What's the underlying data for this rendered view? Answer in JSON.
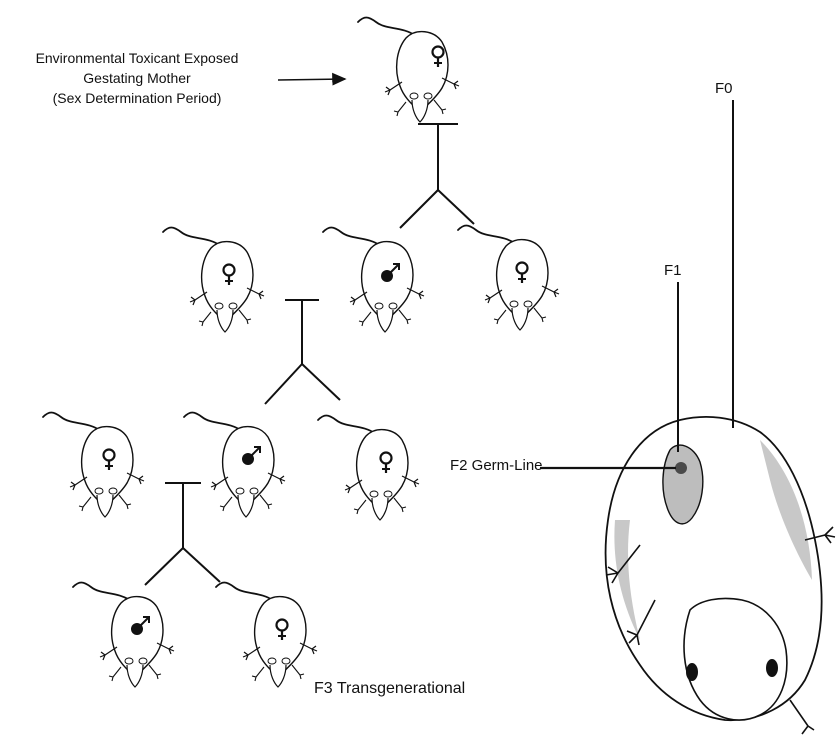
{
  "exposure_label": {
    "line1": "Environmental Toxicant Exposed",
    "line2": "Gestating Mother",
    "line3": "(Sex Determination Period)"
  },
  "generations": {
    "f0": "F0",
    "f1": "F1",
    "f2": "F2 Germ-Line",
    "f3": "F3 Transgenerational"
  },
  "symbols": {
    "female": "female-symbol",
    "male": "male-symbol"
  },
  "colors": {
    "line": "#111111",
    "body": "#ffffff",
    "shading": "#9a9a9a",
    "dark_spot": "#4a4a4a"
  }
}
